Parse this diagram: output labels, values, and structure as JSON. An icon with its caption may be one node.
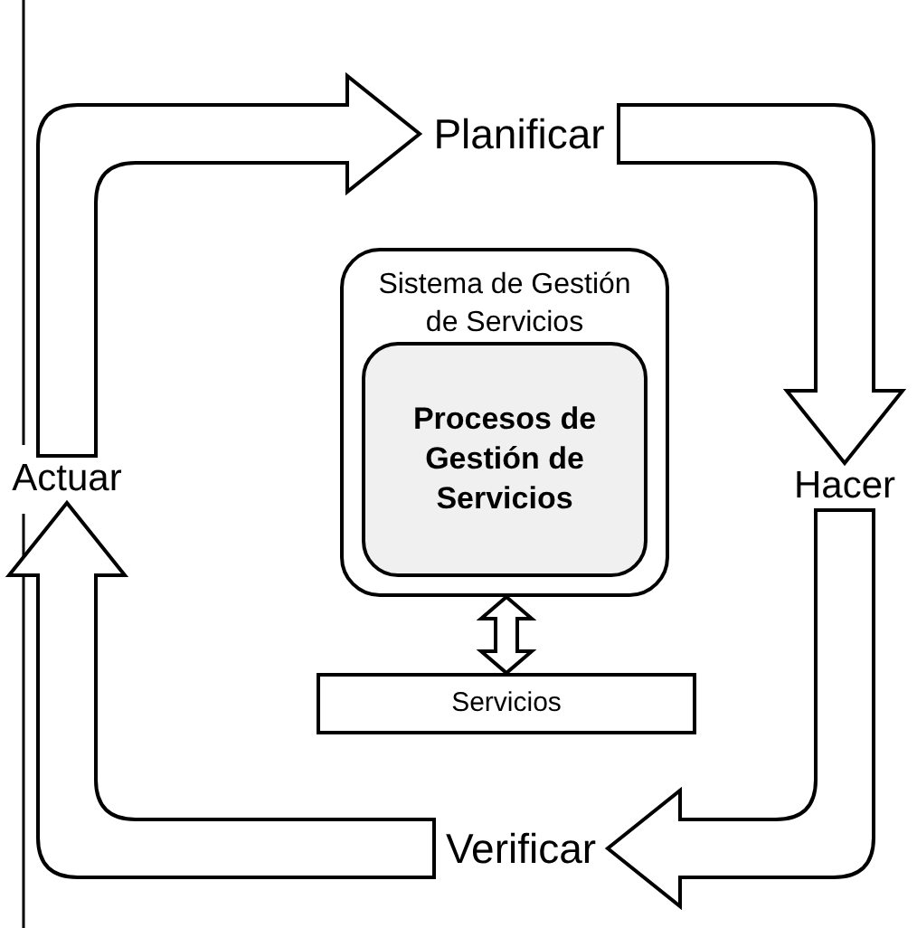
{
  "diagram": {
    "nodes": [
      {
        "text": [
          "Planificar"
        ]
      },
      {
        "text": [
          "Sistema de Gestión de Servicios"
        ]
      },
      {
        "text": [
          "Procesos de Gestión de Servicios"
        ],
        "in": 1
      },
      {
        "text": [
          "Actuar"
        ]
      },
      {
        "text": [
          "Hacer"
        ]
      },
      {
        "text": [
          "Servicios"
        ]
      },
      {
        "text": [
          "Verificar"
        ]
      }
    ],
    "edges": [
      {
        "from": 3,
        "to": 0,
        "arrow": "to"
      },
      {
        "from": 0,
        "to": 4,
        "arrow": "to"
      },
      {
        "from": 4,
        "to": 6,
        "arrow": "to"
      },
      {
        "from": 6,
        "to": 3,
        "arrow": "to"
      },
      {
        "from": 1,
        "to": 5,
        "arrow": "both"
      }
    ]
  }
}
